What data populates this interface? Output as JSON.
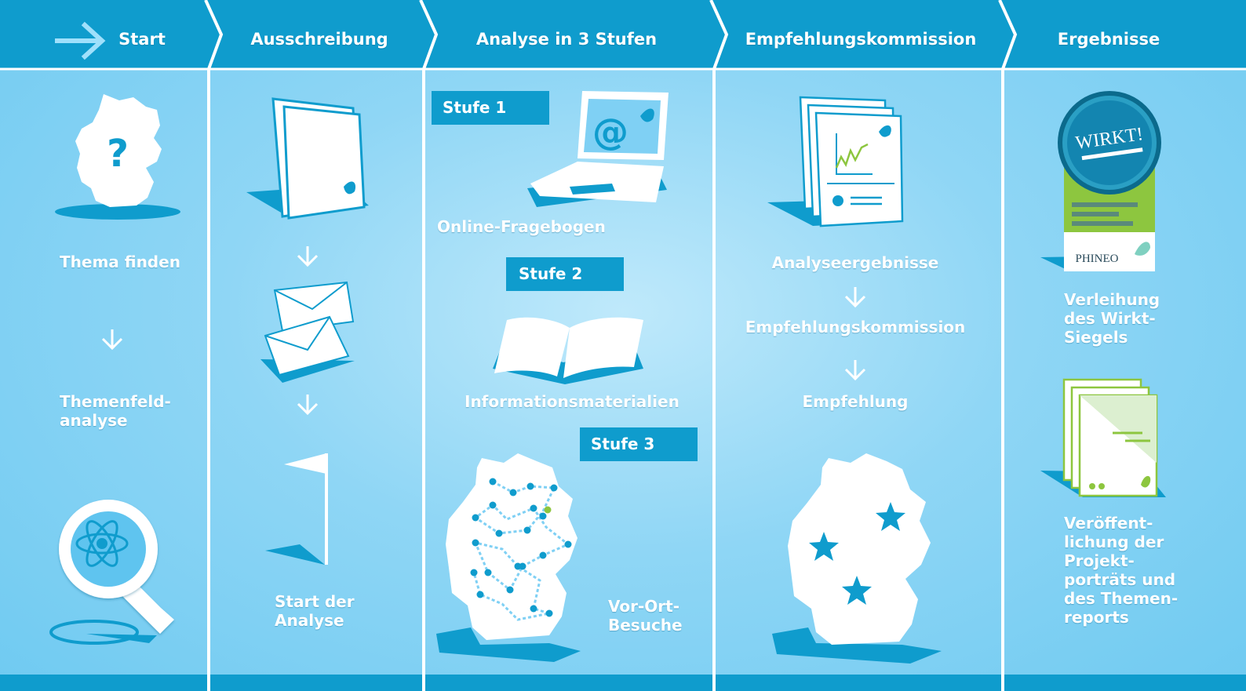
{
  "columns": [
    {
      "title": "Start"
    },
    {
      "title": "Ausschreibung"
    },
    {
      "title": "Analyse in 3 Stufen"
    },
    {
      "title": "Empfehlungskommission"
    },
    {
      "title": "Ergebnisse"
    }
  ],
  "start": {
    "step1": "Thema finden",
    "step2": "Themenfeld-\nanalyse",
    "map_symbol": "?"
  },
  "ausschreibung": {
    "step": "Start der\nAnalyse"
  },
  "analyse": {
    "stage1": {
      "badge": "Stufe 1",
      "label": "Online-Fragebogen",
      "screen_symbol": "@"
    },
    "stage2": {
      "badge": "Stufe 2",
      "label": "Informationsmaterialien"
    },
    "stage3": {
      "badge": "Stufe 3",
      "label": "Vor-Ort-\nBesuche"
    }
  },
  "kommission": {
    "step1": "Analyseergebnisse",
    "step2": "Empfehlungskommission",
    "step3": "Empfehlung"
  },
  "ergebnisse": {
    "seal_text": "WIRKT!",
    "seal_brand": "PHINEO",
    "step1": "Verleihung\ndes Wirkt-\nSiegels",
    "step2": "Veröffent-\nlichung der\nProjekt-\nporträts und\ndes Themen-\nreports"
  },
  "colors": {
    "band": "#0f9ccd",
    "background": "#8fd6f5",
    "accent_green": "#8dc63f",
    "icon_white": "#ffffff"
  }
}
